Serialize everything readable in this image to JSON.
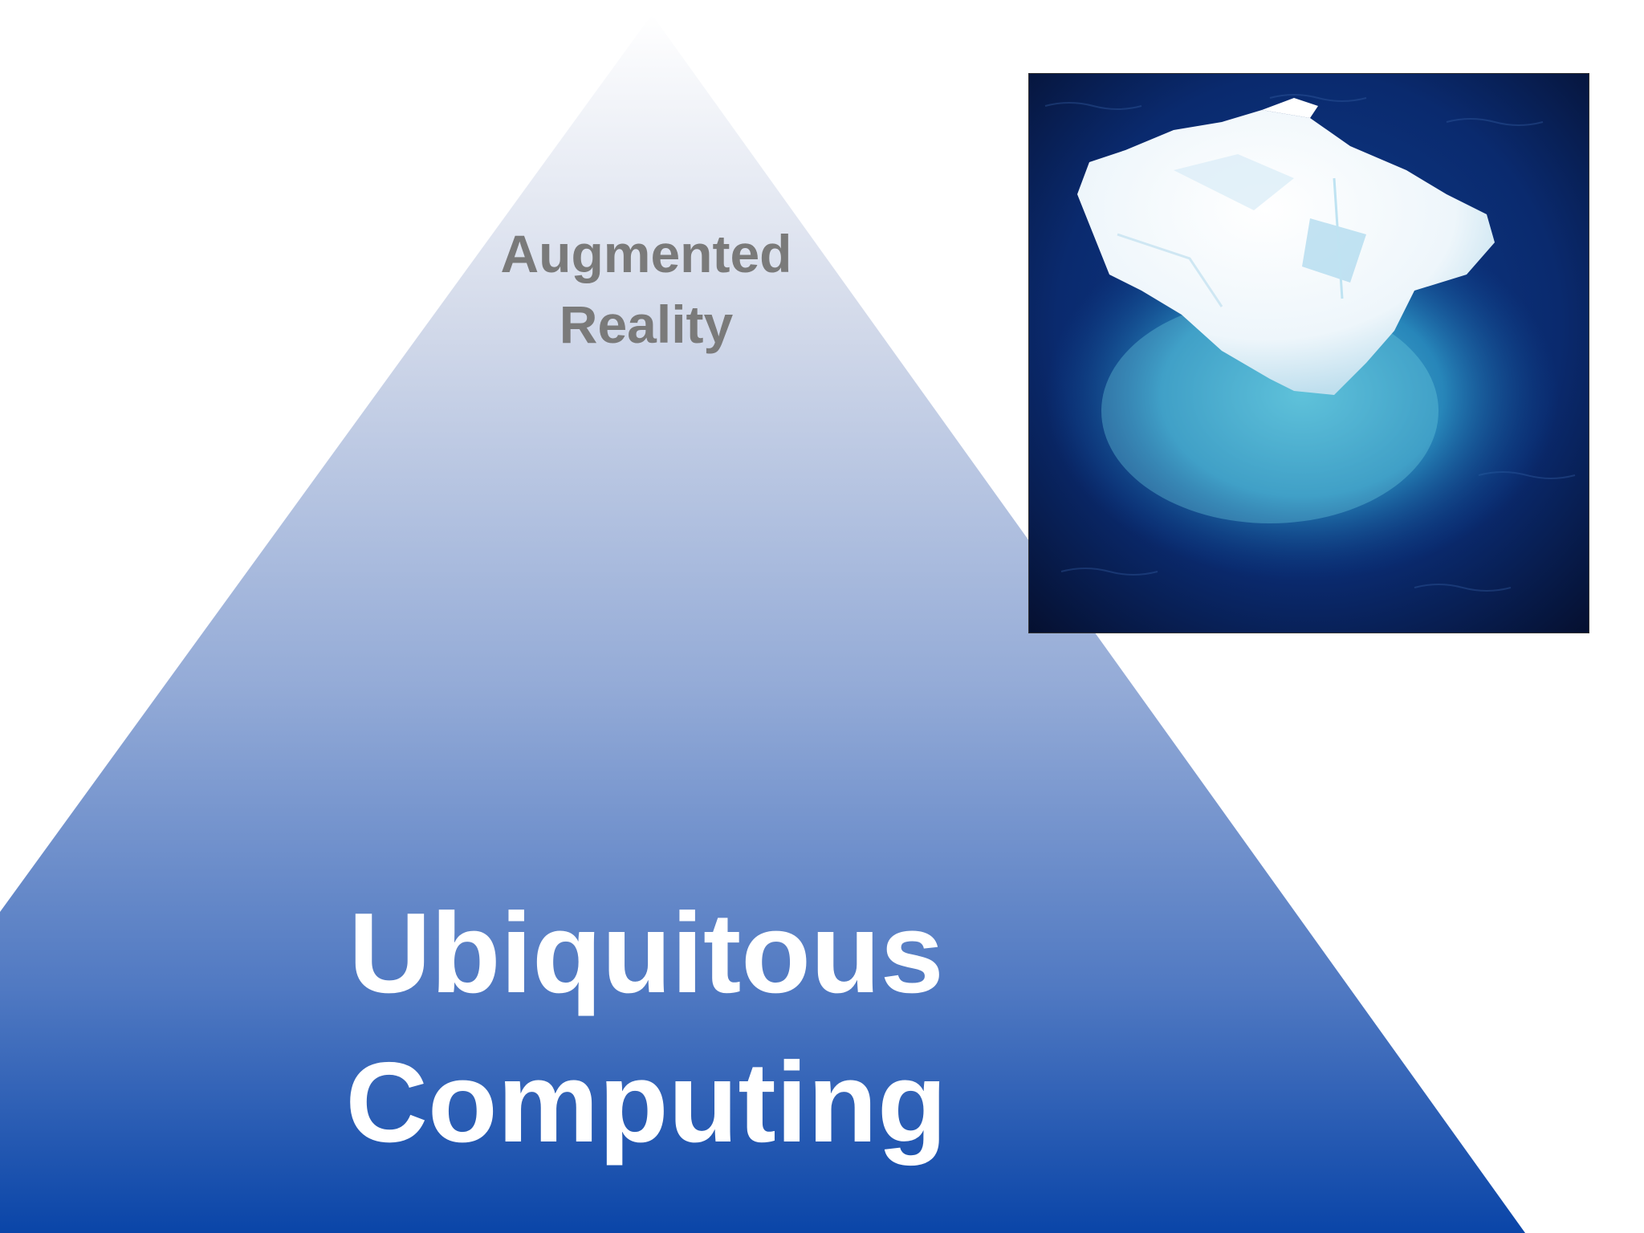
{
  "pyramid": {
    "top_label_lines": [
      "Augmented",
      "Reality"
    ],
    "bottom_label_lines": [
      "Ubiquitous",
      "Computing"
    ],
    "gradient_top_color": "#ffffff",
    "gradient_bottom_color": "#0a45a8"
  },
  "image": {
    "subject": "iceberg-photo"
  }
}
